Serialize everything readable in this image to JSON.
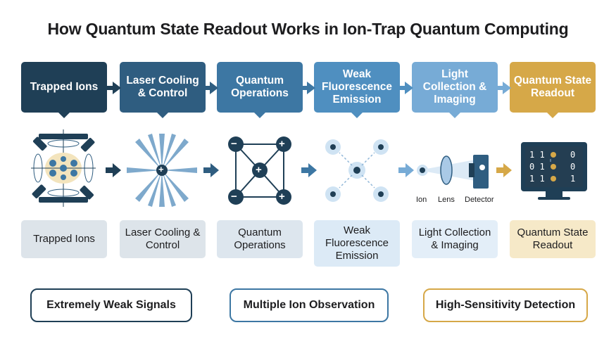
{
  "title": "How Quantum State Readout Works in Ion-Trap Quantum Computing",
  "steps": [
    {
      "label": "Trapped Ions",
      "color": "#1f3f56"
    },
    {
      "label": "Laser Cooling & Control",
      "color": "#2f5d80"
    },
    {
      "label": "Quantum Operations",
      "color": "#3d77a3"
    },
    {
      "label": "Weak Fluorescence Emission",
      "color": "#4f8fc0"
    },
    {
      "label": "Light Collection & Imaging",
      "color": "#77abd6"
    },
    {
      "label": "Quantum State Readout",
      "color": "#d6a848"
    }
  ],
  "captions": [
    {
      "text": "Trapped Ions",
      "bg": "#dde4ea"
    },
    {
      "text": "Laser Cooling & Control",
      "bg": "#dde4ea"
    },
    {
      "text": "Quantum Operations",
      "bg": "#dde6ee"
    },
    {
      "text": "Weak Fluorescence Emission",
      "bg": "#dceaf6"
    },
    {
      "text": "Light Collection & Imaging",
      "bg": "#e3eef8"
    },
    {
      "text": "Quantum State Readout",
      "bg": "#f6e9c8"
    }
  ],
  "detector_labels": {
    "ion": "Ion",
    "lens": "Lens",
    "detector": "Detector"
  },
  "readout_rows": [
    {
      "bits": "1 1",
      "value": "0"
    },
    {
      "bits": "0 1",
      "value": "0"
    },
    {
      "bits": "1 1",
      "value": "1"
    }
  ],
  "ion_signs": {
    "plus": "+",
    "minus": "−"
  },
  "features": [
    {
      "text": "Extremely Weak Signals",
      "border": "#1f3f56"
    },
    {
      "text": "Multiple Ion Observation",
      "border": "#3d77a3"
    },
    {
      "text": "High-Sensitivity Detection",
      "border": "#d6a848"
    }
  ]
}
